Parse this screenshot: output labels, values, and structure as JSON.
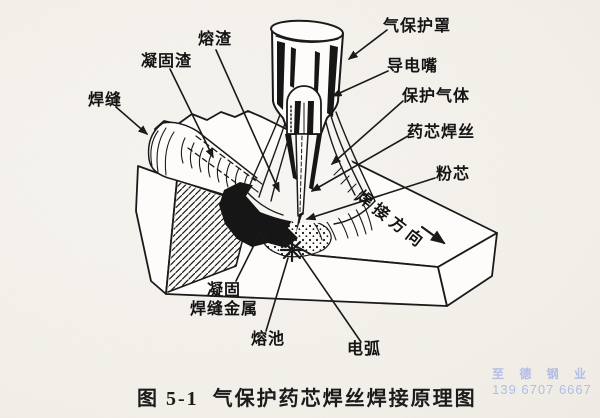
{
  "figure": {
    "caption_prefix": "图 5-1",
    "caption_title": "气保护药芯焊丝焊接原理图"
  },
  "labels": {
    "gas_shield_cover": "气保护罩",
    "contact_tip": "导电嘴",
    "shielding_gas": "保护气体",
    "flux_cored_wire": "药芯焊丝",
    "powder_core": "粉芯",
    "welding_direction": "焊接方向",
    "molten_slag": "熔渣",
    "solidified_slag": "凝固渣",
    "weld_seam": "焊缝",
    "solidified_weld_metal_line1": "凝固",
    "solidified_weld_metal_line2": "焊缝金属",
    "molten_pool": "熔池",
    "arc": "电弧"
  },
  "watermark": {
    "company": "至 德 钢 业",
    "phone": "139 6707 6667",
    "color": "#a8b4e4"
  },
  "colors": {
    "paper": "#f4f1ec",
    "ink": "#1a1a1a"
  }
}
